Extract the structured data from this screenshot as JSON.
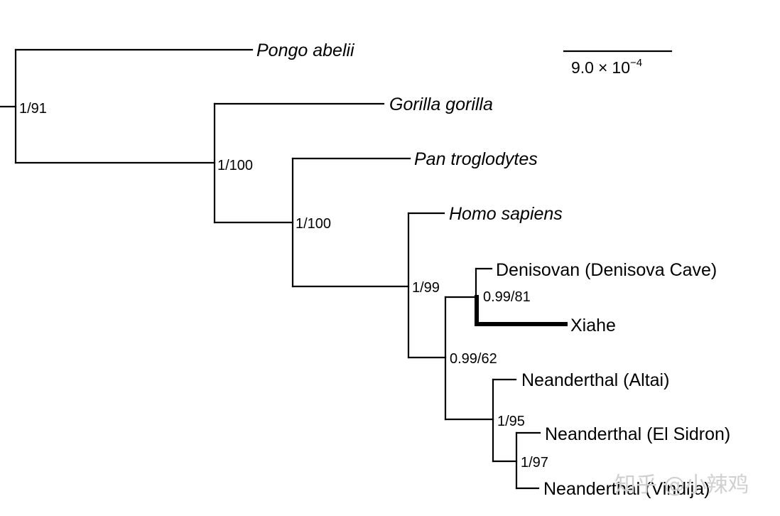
{
  "scale_bar": {
    "mantissa": "9.0",
    "times": "×",
    "base": "10",
    "exponent": "−4"
  },
  "taxa": {
    "pongo": "Pongo abelii",
    "gorilla": "Gorilla gorilla",
    "pan": "Pan troglodytes",
    "homo": "Homo sapiens",
    "denisovan": "Denisovan (Denisova Cave)",
    "xiahe": "Xiahe",
    "nean_altai": "Neanderthal (Altai)",
    "nean_elsidron": "Neanderthal (El Sidron)",
    "nean_vindija": "Neanderthal (Vindija)"
  },
  "supports": {
    "root": "1/91",
    "gorilla_node": "1/100",
    "pan_node": "1/100",
    "homo_node": "1/99",
    "denisovan_node": "0.99/81",
    "archaic_node": "0.99/62",
    "neanderthal_node": "1/95",
    "elsidron_vindija_node": "1/97"
  },
  "watermark": "知乎 @小辣鸡"
}
